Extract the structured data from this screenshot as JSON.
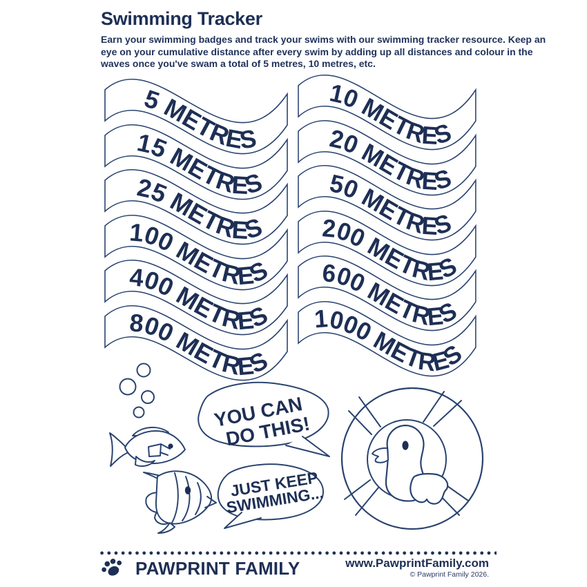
{
  "page": {
    "title": "Swimming Tracker",
    "intro_line1": "Earn your swimming badges and track your swims with our swimming tracker resource. Keep an",
    "intro_line2": "eye on your cumulative distance after every swim by adding up all distances and colour in the",
    "intro_line3": "waves once you've swam a total of 5 metres, 10 metres, etc."
  },
  "banners": {
    "left": [
      "5 METRES",
      "15 METRES",
      "25 METRES",
      "100 METRES",
      "400 METRES",
      "800 METRES"
    ],
    "right": [
      "10 METRES",
      "20 METRES",
      "50 METRES",
      "200 METRES",
      "600 METRES",
      "1000 METRES"
    ]
  },
  "speech": {
    "bubble1_line1": "YOU CAN",
    "bubble1_line2": "DO THIS!",
    "bubble2_line1": "JUST KEEP",
    "bubble2_line2": "SWIMMING..."
  },
  "footer": {
    "brand": "PAWPRINT FAMILY",
    "website": "www.PawprintFamily.com",
    "copyright": "© Pawprint Family 2026."
  },
  "colors": {
    "navy_text": "#1e2f55",
    "outline": "#2a4470"
  }
}
